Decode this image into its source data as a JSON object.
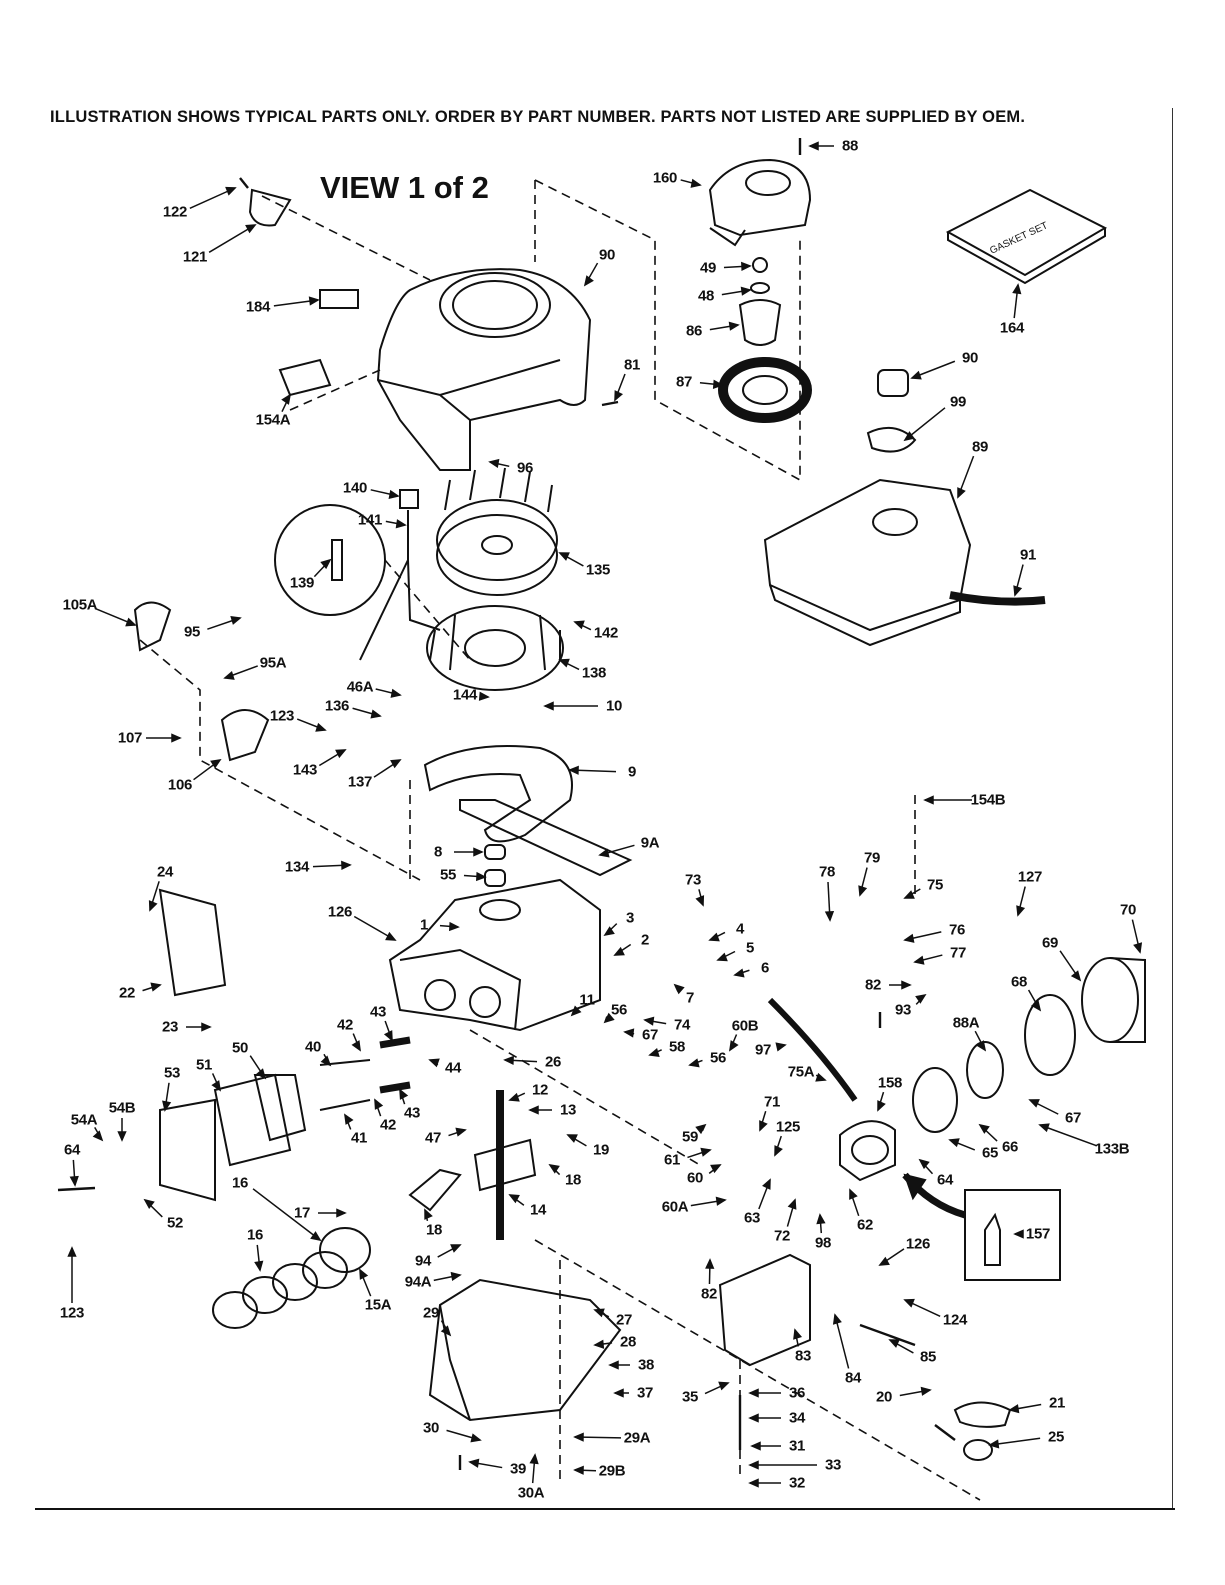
{
  "header_note": "ILLUSTRATION SHOWS TYPICAL PARTS ONLY. ORDER BY PART NUMBER. PARTS NOT LISTED ARE SUPPLIED BY OEM.",
  "view_title": "VIEW 1 of 2",
  "gasket_set_text": "GASKET SET",
  "callouts": [
    "88",
    "160",
    "49",
    "48",
    "86",
    "87",
    "122",
    "121",
    "90",
    "184",
    "154A",
    "81",
    "96",
    "164",
    "90b",
    "99",
    "89",
    "91",
    "140",
    "141",
    "139",
    "135",
    "138",
    "142",
    "105A",
    "95",
    "95A",
    "46A",
    "144",
    "10",
    "123",
    "136",
    "9",
    "107",
    "106",
    "143",
    "137",
    "154B",
    "9A",
    "8",
    "55",
    "134",
    "73",
    "3",
    "2",
    "4",
    "5",
    "6",
    "7",
    "24",
    "126",
    "1",
    "79",
    "78",
    "75",
    "76",
    "77",
    "127",
    "70",
    "69",
    "68",
    "82",
    "93",
    "22",
    "23",
    "40",
    "42",
    "43",
    "44",
    "11",
    "56",
    "67",
    "74",
    "60B",
    "58",
    "56b",
    "97",
    "75A",
    "88A",
    "12",
    "13",
    "19",
    "18",
    "47",
    "41",
    "43b",
    "42b",
    "26",
    "59",
    "61",
    "60",
    "71",
    "125",
    "158",
    "67b",
    "66",
    "65",
    "133B",
    "64",
    "63",
    "72",
    "62",
    "98",
    "60A",
    "14",
    "18b",
    "17",
    "16",
    "16b",
    "15A",
    "54A",
    "54B",
    "53",
    "51",
    "50",
    "64b",
    "52",
    "123b",
    "94",
    "94A",
    "29",
    "27",
    "28",
    "38",
    "37",
    "30",
    "29A",
    "39",
    "29B",
    "30A",
    "35",
    "36",
    "34",
    "31",
    "33",
    "32",
    "82b",
    "83",
    "84",
    "85",
    "20",
    "21",
    "25",
    "126b",
    "124",
    "157"
  ],
  "labels": {
    "88": "88",
    "160": "160",
    "49": "49",
    "48": "48",
    "86": "86",
    "87": "87",
    "122": "122",
    "121": "121",
    "90": "90",
    "184": "184",
    "154A": "154A",
    "81": "81",
    "96": "96",
    "164": "164",
    "90b": "90",
    "99": "99",
    "89": "89",
    "91": "91",
    "140": "140",
    "141": "141",
    "139": "139",
    "135": "135",
    "138": "138",
    "142": "142",
    "105A": "105A",
    "95": "95",
    "95A": "95A",
    "46A": "46A",
    "144": "144",
    "10": "10",
    "123": "123",
    "136": "136",
    "9": "9",
    "107": "107",
    "106": "106",
    "143": "143",
    "137": "137",
    "154B": "154B",
    "9A": "9A",
    "8": "8",
    "55": "55",
    "134": "134",
    "73": "73",
    "3": "3",
    "2": "2",
    "4": "4",
    "5": "5",
    "6": "6",
    "7": "7",
    "24": "24",
    "126": "126",
    "1": "1",
    "79": "79",
    "78": "78",
    "75": "75",
    "76": "76",
    "77": "77",
    "127": "127",
    "70": "70",
    "69": "69",
    "68": "68",
    "82": "82",
    "93": "93",
    "22": "22",
    "23": "23",
    "40": "40",
    "42": "42",
    "43": "43",
    "44": "44",
    "11": "11",
    "56": "56",
    "67": "67",
    "74": "74",
    "60B": "60B",
    "58": "58",
    "56b": "56",
    "97": "97",
    "75A": "75A",
    "88A": "88A",
    "12": "12",
    "13": "13",
    "19": "19",
    "18": "18",
    "47": "47",
    "41": "41",
    "43b": "43",
    "42b": "42",
    "26": "26",
    "59": "59",
    "61": "61",
    "60": "60",
    "71": "71",
    "125": "125",
    "158": "158",
    "67b": "67",
    "66": "66",
    "65": "65",
    "133B": "133B",
    "64": "64",
    "63": "63",
    "72": "72",
    "62": "62",
    "98": "98",
    "60A": "60A",
    "14": "14",
    "18b": "18",
    "17": "17",
    "16": "16",
    "16b": "16",
    "15A": "15A",
    "54A": "54A",
    "54B": "54B",
    "53": "53",
    "51": "51",
    "50": "50",
    "64b": "64",
    "52": "52",
    "123b": "123",
    "94": "94",
    "94A": "94A",
    "29": "29",
    "27": "27",
    "28": "28",
    "38": "38",
    "37": "37",
    "30": "30",
    "29A": "29A",
    "39": "39",
    "29B": "29B",
    "30A": "30A",
    "35": "35",
    "36": "36",
    "34": "34",
    "31": "31",
    "33": "33",
    "32": "32",
    "82b": "82",
    "83": "83",
    "84": "84",
    "85": "85",
    "20": "20",
    "21": "21",
    "25": "25",
    "126b": "126",
    "124": "124",
    "157": "157"
  }
}
